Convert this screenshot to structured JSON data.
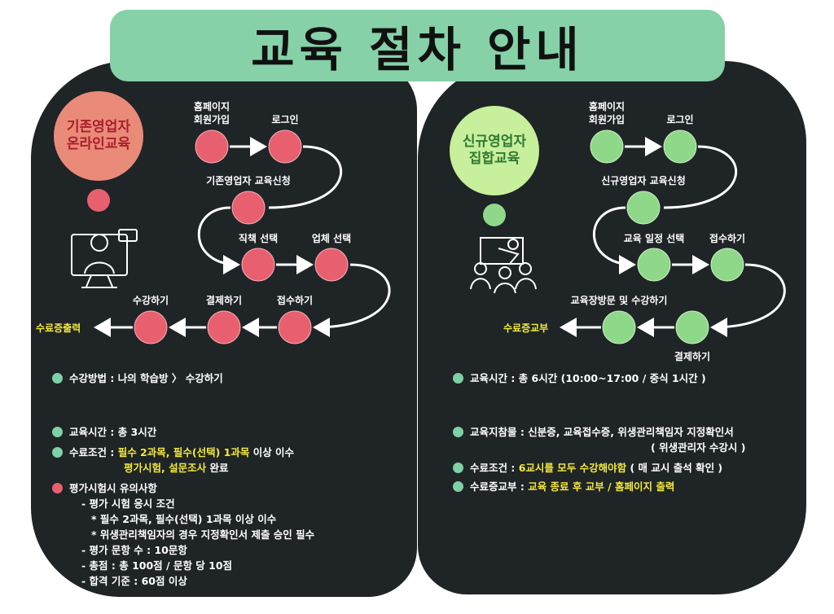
{
  "title": "교육 절차 안내",
  "colors": {
    "title_bg": "#86d1a8",
    "panel": "#1f2427",
    "red": "#e8606f",
    "green": "#8fd88a",
    "highlight": "#f2e93c"
  },
  "left": {
    "badge": [
      "기존영업자",
      "온라인교육"
    ],
    "icon": "online-learning-computer-icon",
    "steps": [
      "홈페이지\n회원가입",
      "로그인",
      "기존영업자 교육신청",
      "직책 선택",
      "업체 선택",
      "접수하기",
      "결제하기",
      "수강하기"
    ],
    "end": "수료증출력",
    "info": {
      "method": "수강방법 : 나의 학습방 〉 수강하기",
      "time": "교육시간 : 총 3시간",
      "cond_label": "수료조건 : ",
      "cond_y1": "필수 2과목, 필수(선택) 1과목",
      "cond_w1": " 이상 이수",
      "cond_y2": "평가시험, 설문조사",
      "cond_w2": " 완료",
      "exam_title": "평가시험시 유의사항",
      "exam_lines": [
        "- 평가 시험 응시 조건",
        "* 필수 2과목, 필수(선택) 1과목 이상 이수",
        "* 위생관리책임자의 경우 지정확인서 제출 승인 필수",
        "- 평가 문항 수 : 10문항",
        "- 총점 : 총 100점 / 문항 당 10점",
        "- 합격 기준 : 60점 이상"
      ]
    }
  },
  "right": {
    "badge": [
      "신규영업자",
      "집합교육"
    ],
    "icon": "classroom-teacher-icon",
    "steps": [
      "홈페이지\n회원가입",
      "로그인",
      "신규영업자 교육신청",
      "교육 일정 선택",
      "접수하기",
      "결제하기",
      "교육장방문 및 수강하기"
    ],
    "end": "수료증교부",
    "info": {
      "time": "교육시간 : 총 6시간 (10:00~17:00 / 중식 1시간 )",
      "docs": "교육지참물 : 신분증, 교육접수증, 위생관리책임자 지정확인서",
      "docs2": "( 위생관리자 수강시 )",
      "cond_label": "수료조건 : ",
      "cond_y": "6교시를 모두 수강해야함",
      "cond_w": " ( 매 교시 출석 확인 )",
      "cert_label": "수료증교부 : ",
      "cert_y": "교육 종료 후 교부 / 홈페이지 출력"
    }
  }
}
